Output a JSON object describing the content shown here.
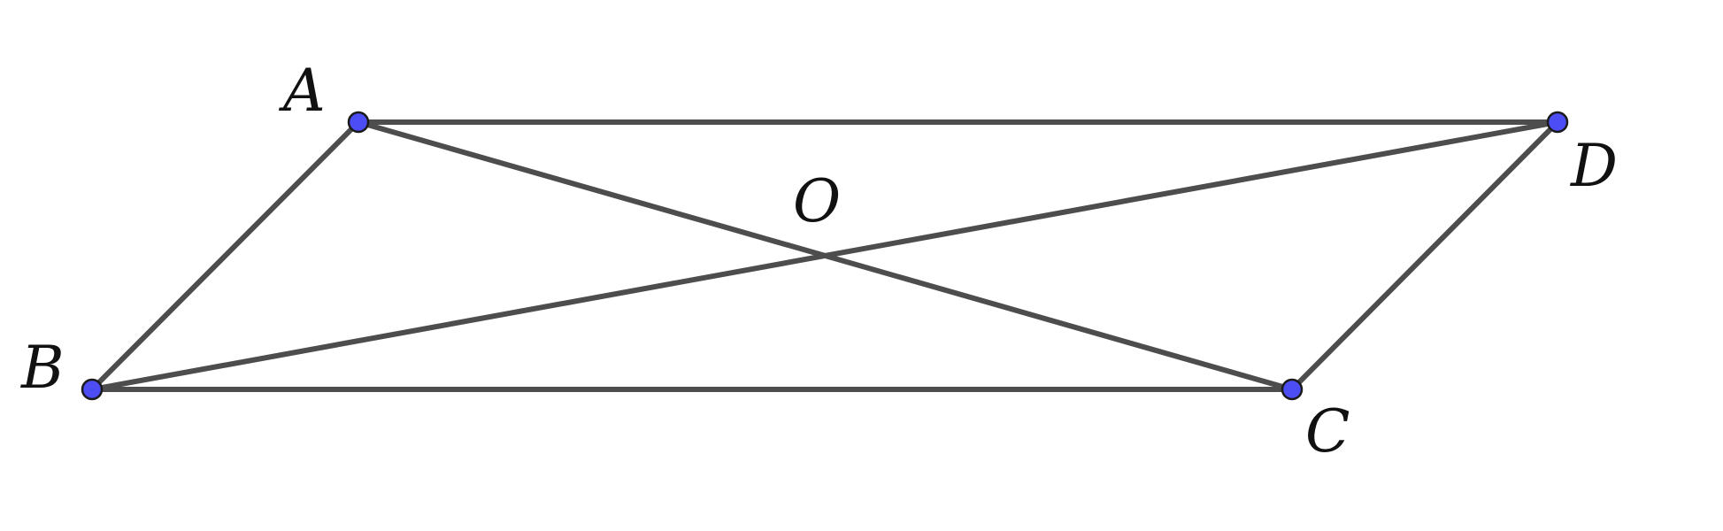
{
  "figure": {
    "labels": {
      "A": "A",
      "B": "B",
      "C": "C",
      "D": "D",
      "O": "O"
    },
    "colors": {
      "segment": "#4d4d4d",
      "point_fill": "#4d4df5",
      "point_stroke": "#1a1a1a",
      "label": "#111111"
    }
  }
}
